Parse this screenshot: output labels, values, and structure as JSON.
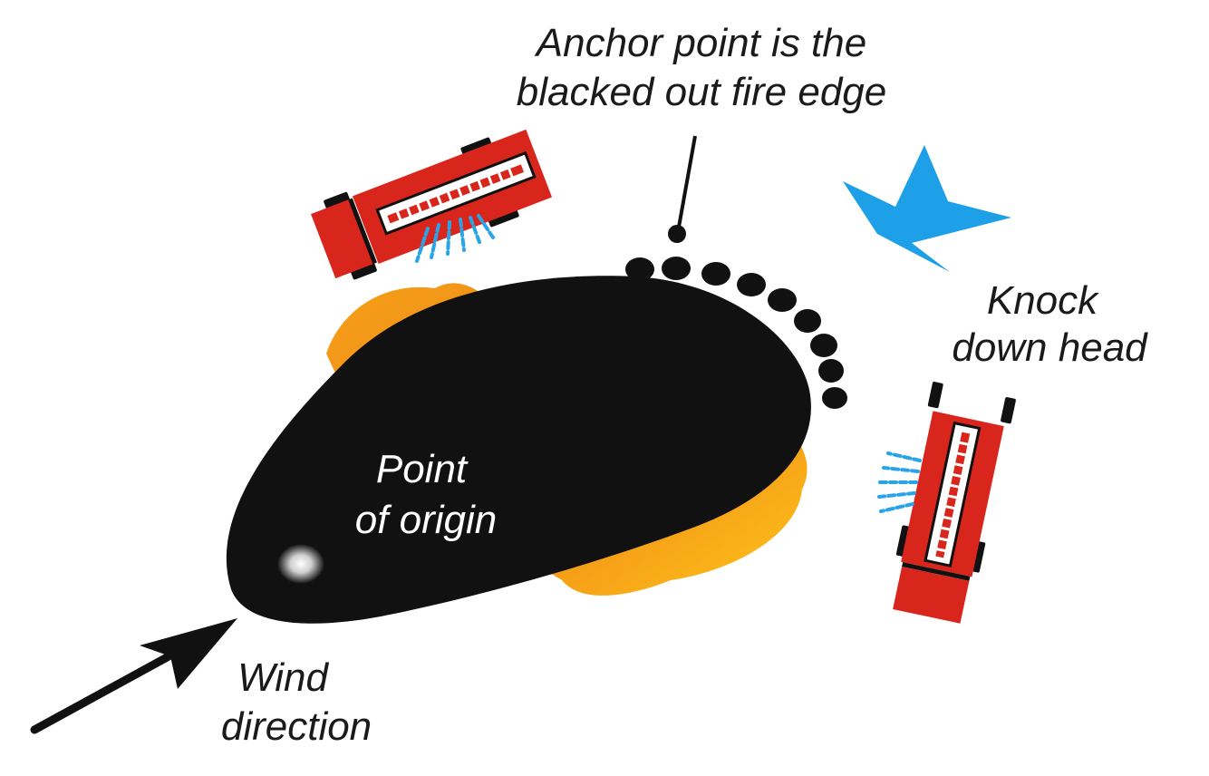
{
  "labels": {
    "anchor_line1": "Anchor point is the",
    "anchor_line2": "blacked out fire edge",
    "knock_line1": "Knock",
    "knock_line2": "down head",
    "origin_line1": "Point",
    "origin_line2": "of origin",
    "wind_line1": "Wind",
    "wind_line2": "direction"
  },
  "colors": {
    "burned_area": "#111111",
    "fire_edge_orange": "#f28a1a",
    "fire_edge_yellow": "#ffc31a",
    "truck_red": "#d9261c",
    "water_spray": "#2aa4e8",
    "arrow_blue": "#1ea0e8",
    "anchor_dots": "#111111"
  },
  "icons": [
    "fire-truck-icon",
    "water-spray-icon",
    "wind-arrow-icon",
    "knock-down-arrow-icon"
  ]
}
